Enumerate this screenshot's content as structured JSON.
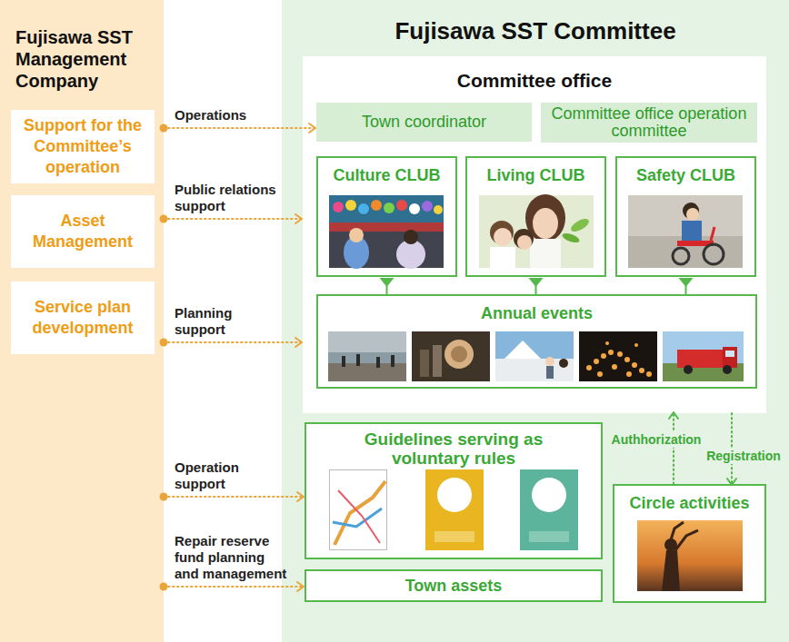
{
  "diagram": {
    "nodes": [
      {
        "text": [
          "Fujisawa SST Management Company"
        ]
      },
      {
        "text": [
          "Support for the Committee’s operation"
        ],
        "in": 0
      },
      {
        "text": [
          "Asset Management"
        ],
        "in": 0
      },
      {
        "text": [
          "Service plan development"
        ],
        "in": 0
      },
      {
        "text": [
          "Fujisawa SST Committee"
        ]
      },
      {
        "text": [
          "Committee office"
        ],
        "in": 4
      },
      {
        "text": [
          "Town coordinator"
        ],
        "in": 5
      },
      {
        "text": [
          "Committee office operation committee"
        ],
        "in": 5
      },
      {
        "text": [
          "Culture CLUB"
        ],
        "in": 5
      },
      {
        "text": [
          "Living CLUB"
        ],
        "in": 5
      },
      {
        "text": [
          "Safety CLUB"
        ],
        "in": 5
      },
      {
        "text": [
          "Annual events"
        ],
        "in": 5
      },
      {
        "text": [
          "Guidelines serving as voluntary rules"
        ],
        "in": 4
      },
      {
        "text": [
          "Town assets"
        ],
        "in": 4
      },
      {
        "text": [
          "Circle activities"
        ],
        "in": 4
      }
    ],
    "edges": [
      {
        "from": 0,
        "to": 6,
        "label": "Operations",
        "arrow": "to"
      },
      {
        "from": 0,
        "to": 5,
        "label": "Public relations support",
        "arrow": "to"
      },
      {
        "from": 0,
        "to": 5,
        "label": "Planning support",
        "arrow": "to"
      },
      {
        "from": 0,
        "to": 12,
        "label": "Operation support",
        "arrow": "to"
      },
      {
        "from": 0,
        "to": 13,
        "label": "Repair reserve fund planning and management",
        "arrow": "to"
      },
      {
        "from": 8,
        "to": 11,
        "arrow": "to"
      },
      {
        "from": 9,
        "to": 11,
        "arrow": "to"
      },
      {
        "from": 10,
        "to": 11,
        "arrow": "to"
      },
      {
        "from": 14,
        "to": 5,
        "label": "Authhorization",
        "arrow": "to"
      },
      {
        "from": 5,
        "to": 14,
        "label": "Registration",
        "arrow": "to"
      }
    ]
  }
}
